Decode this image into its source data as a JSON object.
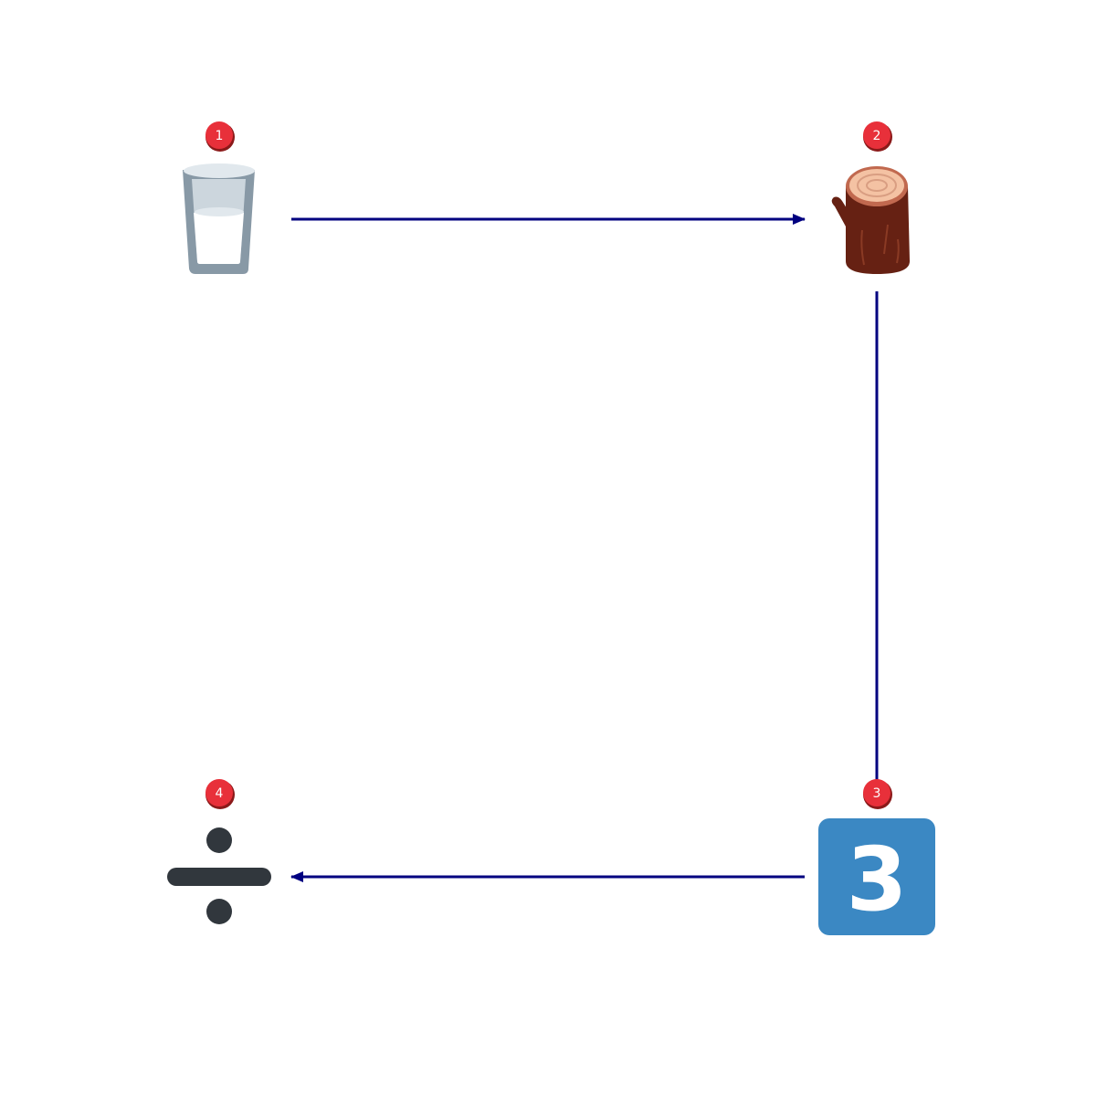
{
  "diagram": {
    "nodes": [
      {
        "id": "1",
        "badge": "1",
        "icon": "glass-of-milk-icon"
      },
      {
        "id": "2",
        "badge": "2",
        "icon": "wood-log-icon"
      },
      {
        "id": "3",
        "badge": "3",
        "icon": "keycap-digit-three-icon",
        "glyph": "3"
      },
      {
        "id": "4",
        "badge": "4",
        "icon": "division-sign-icon"
      }
    ],
    "edges": [
      {
        "from": "1",
        "to": "2",
        "arrowhead": true
      },
      {
        "from": "2",
        "to": "3",
        "arrowhead": false
      },
      {
        "from": "3",
        "to": "4",
        "arrowhead": true
      }
    ],
    "colors": {
      "arrow": "#000080",
      "badge": "#e8303a",
      "tile": "#3b88c3",
      "division": "#31373d"
    }
  }
}
